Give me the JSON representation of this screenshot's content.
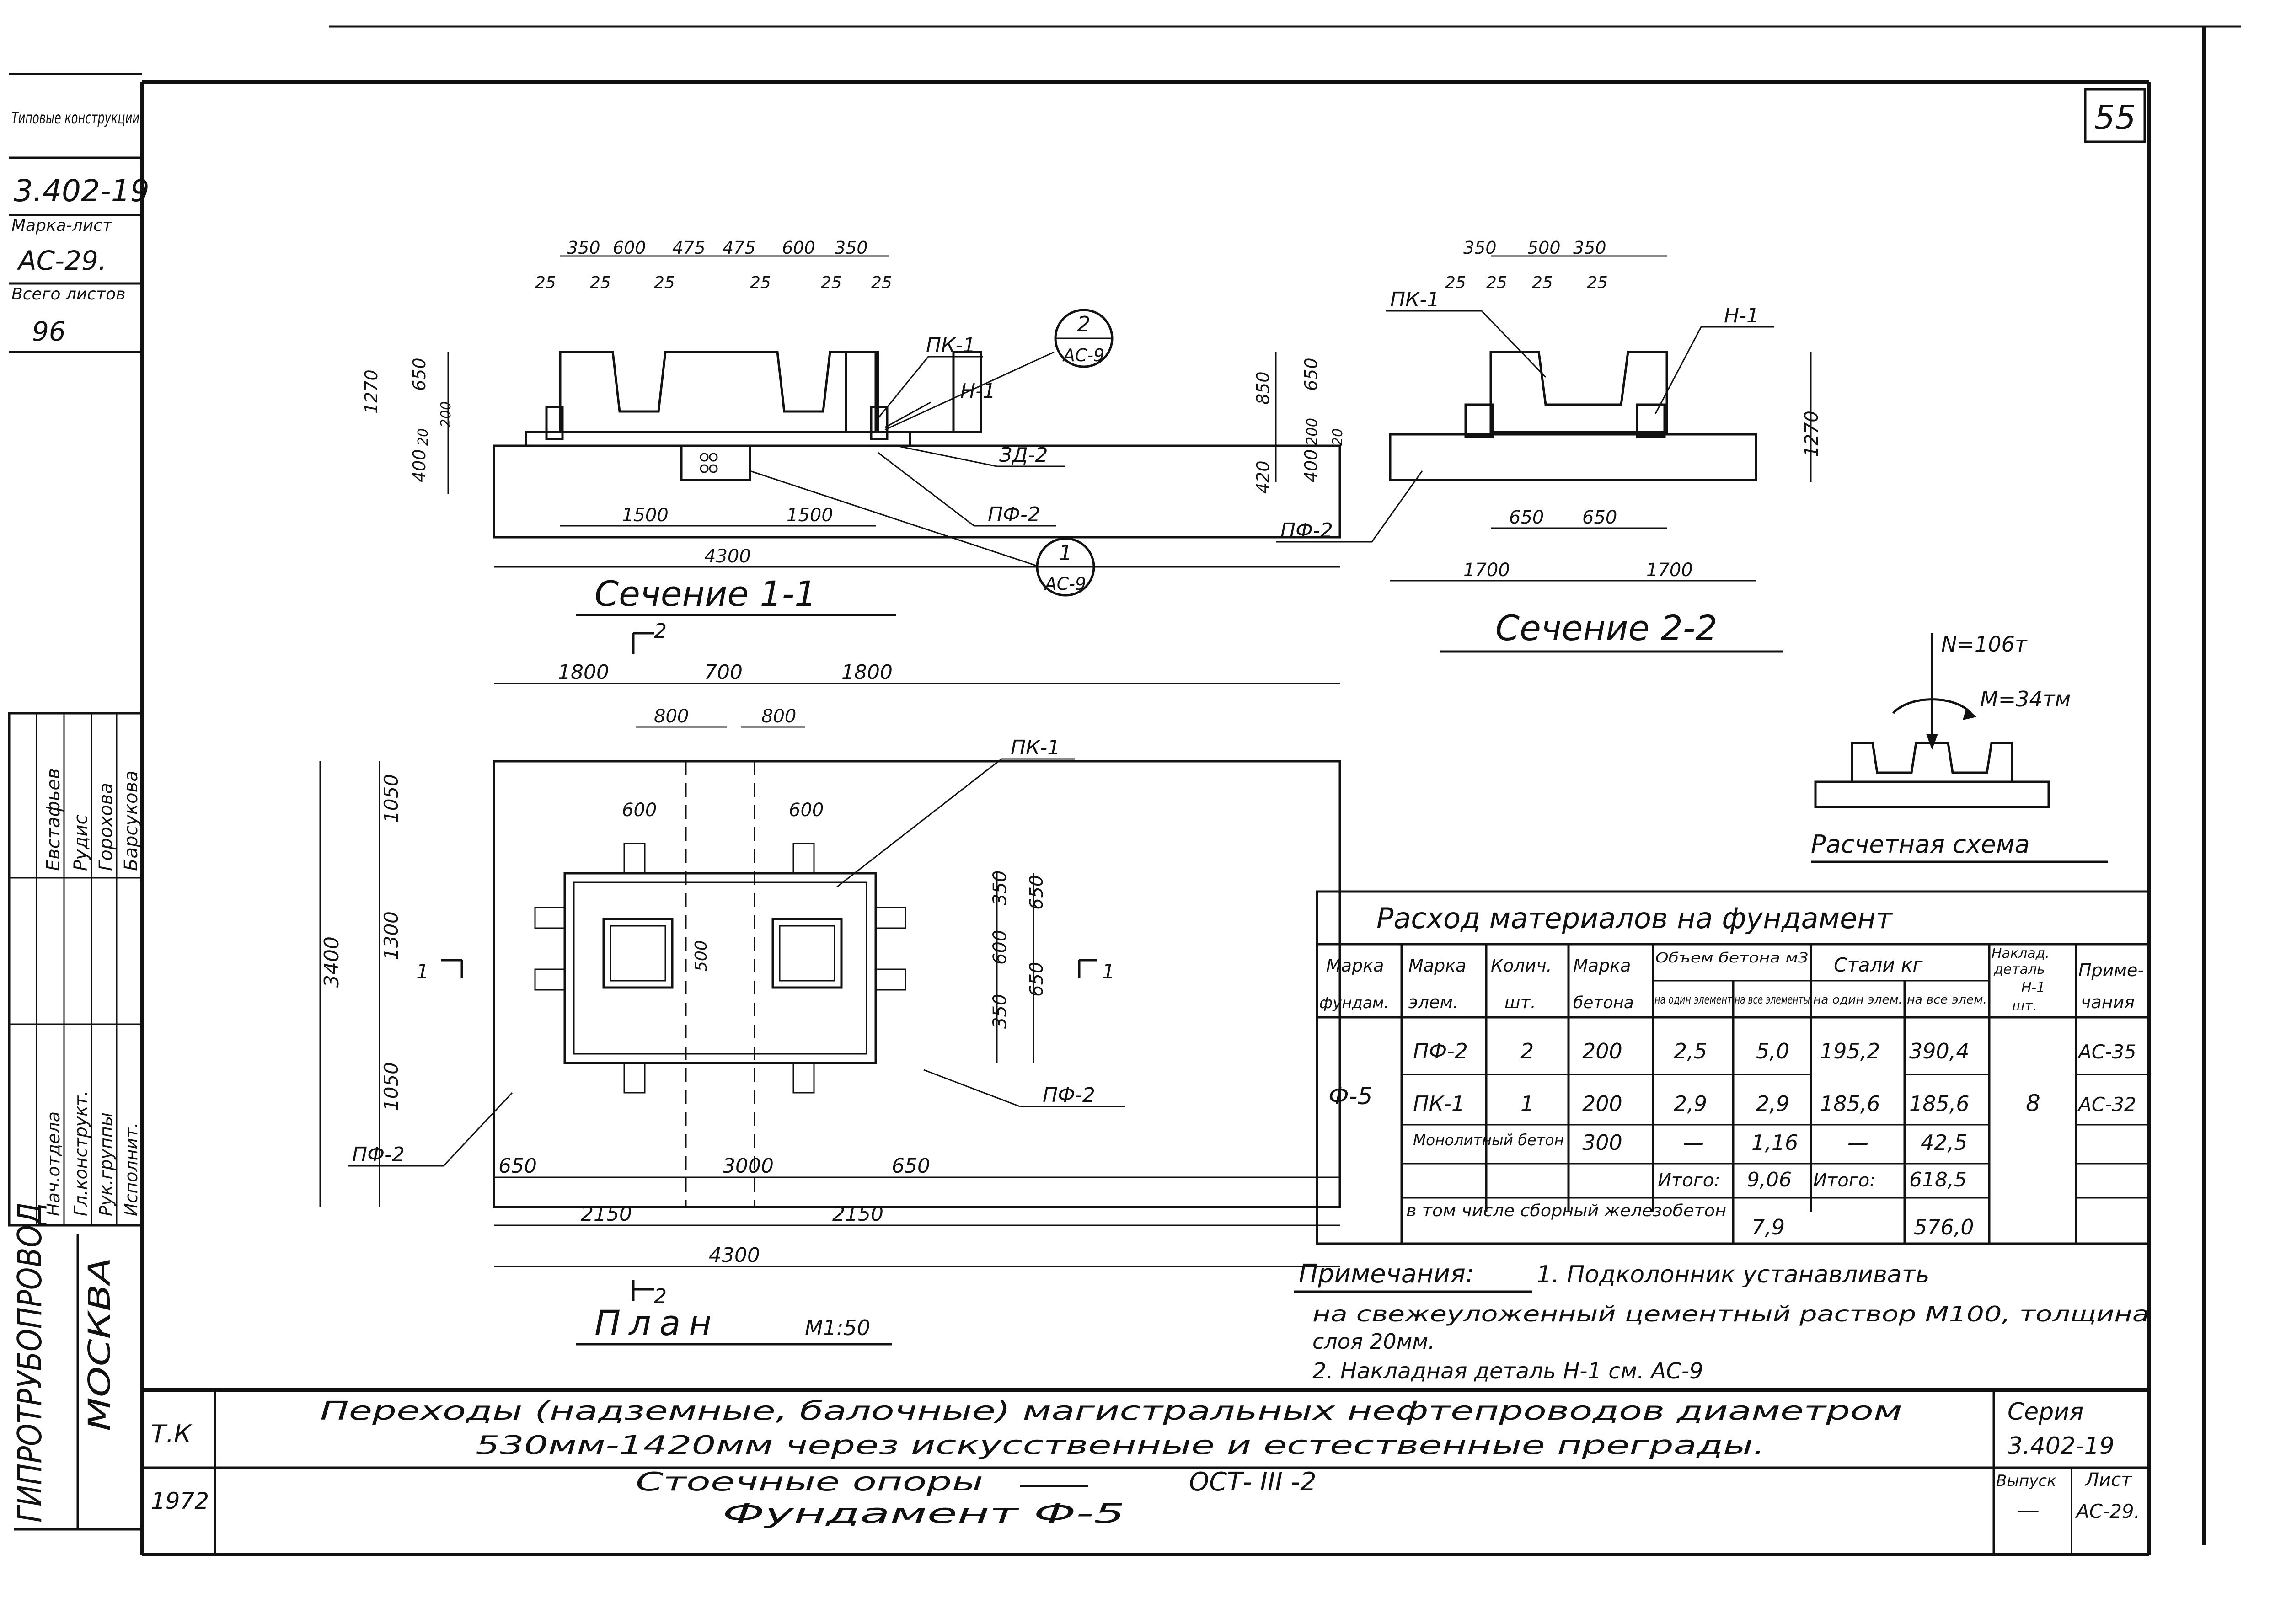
{
  "page_number": "55",
  "side_stamp": {
    "typical_structures": "Типовые конструкции",
    "series": "3.402-19",
    "mark_sheet_label": "Марка-лист",
    "mark_sheet": "АС-29.",
    "total_sheets_label": "Всего листов",
    "total_sheets": "96",
    "org": "ГИПРОТРУБОПРОВОД",
    "city": "МОСКВА",
    "roles": [
      "Нач.отдела",
      "Гл.конструкт.",
      "Рук.группы",
      "Исполнит."
    ],
    "names": [
      "Евстафьев",
      "Рудис",
      "Горохова",
      "Барсукова"
    ]
  },
  "section_1_1": {
    "title": "Сечение 1-1",
    "top_dims": [
      "350",
      "600",
      "475",
      "475",
      "600",
      "350"
    ],
    "top_small": [
      "25",
      "25",
      "25",
      "25",
      "25",
      "25"
    ],
    "left_dims": [
      "1270",
      "650",
      "200",
      "20",
      "400"
    ],
    "bottom_dims": [
      "1500",
      "1500",
      "4300"
    ],
    "labels": [
      "ПК-1",
      "Н-1",
      "ЗД-2",
      "ПФ-2"
    ],
    "callout_2": {
      "num": "2",
      "ref": "АС-9"
    },
    "callout_1": {
      "num": "1",
      "ref": "АС-9"
    }
  },
  "section_2_2": {
    "title": "Сечение 2-2",
    "top_dims": [
      "350",
      "500",
      "350"
    ],
    "top_small": [
      "25",
      "25",
      "25",
      "25"
    ],
    "left_dims": [
      "850",
      "650",
      "420",
      "400",
      "200",
      "20"
    ],
    "right_dim": "1270",
    "bottom_dims": [
      "650",
      "650",
      "1700",
      "1700"
    ],
    "labels": [
      "ПК-1",
      "Н-1",
      "ПФ-2"
    ]
  },
  "plan": {
    "title": "План",
    "scale": "М1:50",
    "top_dims": [
      "1800",
      "700",
      "1800"
    ],
    "inner_dims": [
      "800",
      "800",
      "600",
      "600"
    ],
    "left_dims": [
      "3400",
      "1050",
      "1300",
      "1050"
    ],
    "right_dims": [
      "350",
      "650",
      "600",
      "350",
      "650"
    ],
    "center_dim": "500",
    "bottom_dims": [
      "650",
      "3000",
      "650",
      "2150",
      "2150",
      "4300"
    ],
    "cut_marks": [
      "2",
      "2",
      "1",
      "1"
    ],
    "labels": [
      "ПК-1",
      "ПФ-2",
      "ПФ-2"
    ]
  },
  "design_scheme": {
    "title": "Расчетная схема",
    "force_n": "N=106т",
    "moment_m": "M=34тм"
  },
  "materials_table": {
    "title": "Расход материалов на фундамент",
    "headers": {
      "mark_found": [
        "Марка",
        "фундам."
      ],
      "mark_elem": [
        "Марка",
        "элем."
      ],
      "qty": [
        "Колич.",
        "шт."
      ],
      "concrete_grade": [
        "Марка",
        "бетона"
      ],
      "volume": "Объем бетона м3",
      "vol_one": "на один элемент",
      "vol_all": "на все элементы",
      "steel": "Стали кг",
      "steel_one": "на один элем.",
      "steel_all": "на все элем.",
      "overlay": [
        "Наклад.",
        "деталь",
        "Н-1",
        "шт."
      ],
      "note": [
        "Приме-",
        "чания"
      ]
    },
    "foundation": "Ф-5",
    "rows": [
      {
        "elem": "ПФ-2",
        "qty": "2",
        "grade": "200",
        "vol1": "2,5",
        "volall": "5,0",
        "st1": "195,2",
        "stall": "390,4",
        "note": "АС-35"
      },
      {
        "elem": "ПК-1",
        "qty": "1",
        "grade": "200",
        "vol1": "2,9",
        "volall": "2,9",
        "st1": "185,6",
        "stall": "185,6",
        "note": "АС-32"
      },
      {
        "elem": "Монолитный бетон",
        "qty": "",
        "grade": "300",
        "vol1": "—",
        "volall": "1,16",
        "st1": "—",
        "stall": "42,5",
        "note": ""
      }
    ],
    "overlay_count": "8",
    "total_label": "Итого:",
    "total_vol": "9,06",
    "total_steel": "618,5",
    "incl_label": "в том числе сборный железобетон",
    "incl_vol": "7,9",
    "incl_steel": "576,0"
  },
  "notes": {
    "heading": "Примечания:",
    "line1": "1. Подколонник устанавливать",
    "line2": "на свежеуложенный цементный раствор М100, толщина",
    "line3": "слоя 20мм.",
    "line4": "2. Накладная деталь Н-1 см. АС-9"
  },
  "title_block": {
    "tk": "Т.К",
    "year": "1972",
    "title1": "Переходы (надземные, балочные) магистральных нефтепроводов диаметром",
    "title2": "530мм-1420мм через искусственные и естественные преграды.",
    "sub1a": "Стоечные опоры",
    "sub1b": "ОСТ- III -2",
    "sub2": "Фундамент Ф-5",
    "series_label": "Серия",
    "series_value": "3.402-19",
    "issue_label": "Выпуск",
    "issue_value": "—",
    "sheet_label": "Лист",
    "sheet_value": "АС-29."
  }
}
